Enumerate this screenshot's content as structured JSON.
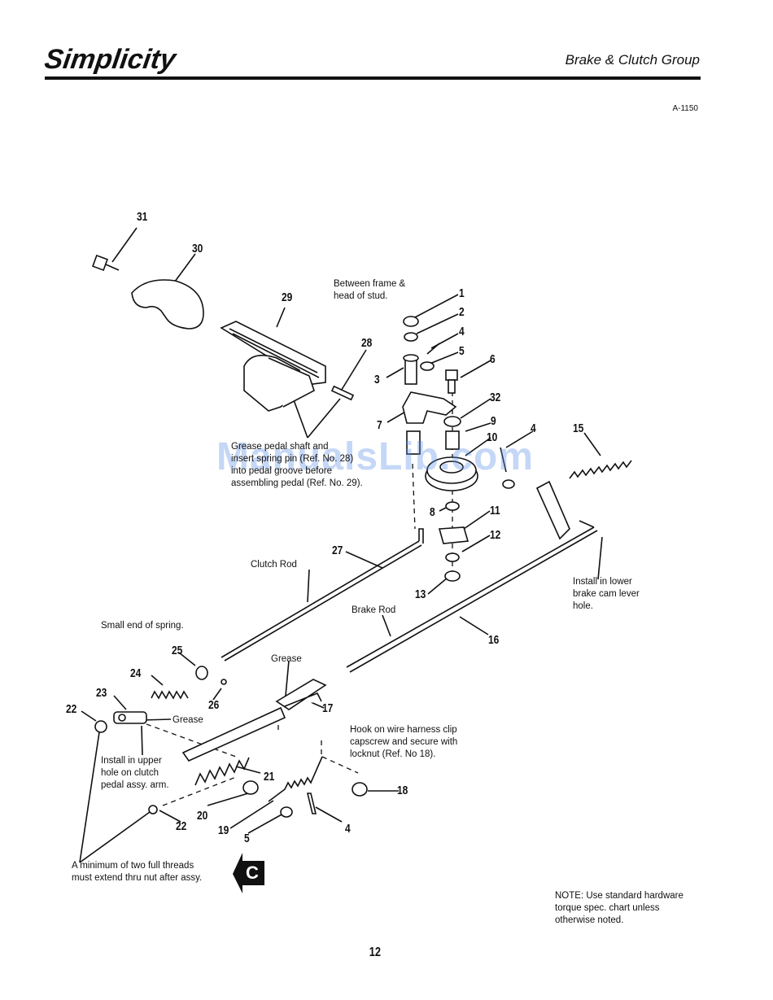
{
  "header": {
    "brand": "Simplicity",
    "title": "Brake & Clutch Group",
    "ref_code": "A-1150"
  },
  "notes": {
    "frame_head": [
      "Between frame &",
      "head of stud."
    ],
    "grease_pedal": [
      "Grease pedal shaft and",
      "insert spring pin (Ref. No. 28)",
      "into pedal groove before",
      "assembling pedal (Ref. No. 29)."
    ],
    "clutch_rod": "Clutch Rod",
    "brake_rod": "Brake Rod",
    "small_end": "Small end of spring.",
    "grease_top": "Grease",
    "grease_left": "Grease",
    "upper_hole": [
      "Install in upper",
      "hole on clutch",
      "pedal assy. arm."
    ],
    "lower_brake": [
      "Install in lower",
      "brake cam lever",
      "hole."
    ],
    "hook_wire": [
      "Hook on wire harness clip",
      "capscrew and secure with",
      "locknut (Ref. No 18)."
    ],
    "min_threads": [
      "A minimum of two full threads",
      "must extend thru nut after assy."
    ],
    "torque": [
      "NOTE: Use standard hardware",
      "torque spec. chart unless",
      "otherwise noted."
    ]
  },
  "callouts": {
    "c1": "1",
    "c2": "2",
    "c3": "3",
    "c4a": "4",
    "c4b": "4",
    "c4c": "4",
    "c5a": "5",
    "c5b": "5",
    "c6": "6",
    "c7": "7",
    "c8": "8",
    "c9": "9",
    "c10": "10",
    "c11": "11",
    "c12": "12",
    "c13": "13",
    "c15": "15",
    "c16": "16",
    "c17": "17",
    "c18": "18",
    "c19": "19",
    "c20": "20",
    "c21": "21",
    "c22a": "22",
    "c22b": "22",
    "c23": "23",
    "c24": "24",
    "c25": "25",
    "c26": "26",
    "c27": "27",
    "c28": "28",
    "c29": "29",
    "c30": "30",
    "c31": "31",
    "c32": "32"
  },
  "section_tab": "C",
  "page_number": "12",
  "watermark": "ManualsLib.com"
}
